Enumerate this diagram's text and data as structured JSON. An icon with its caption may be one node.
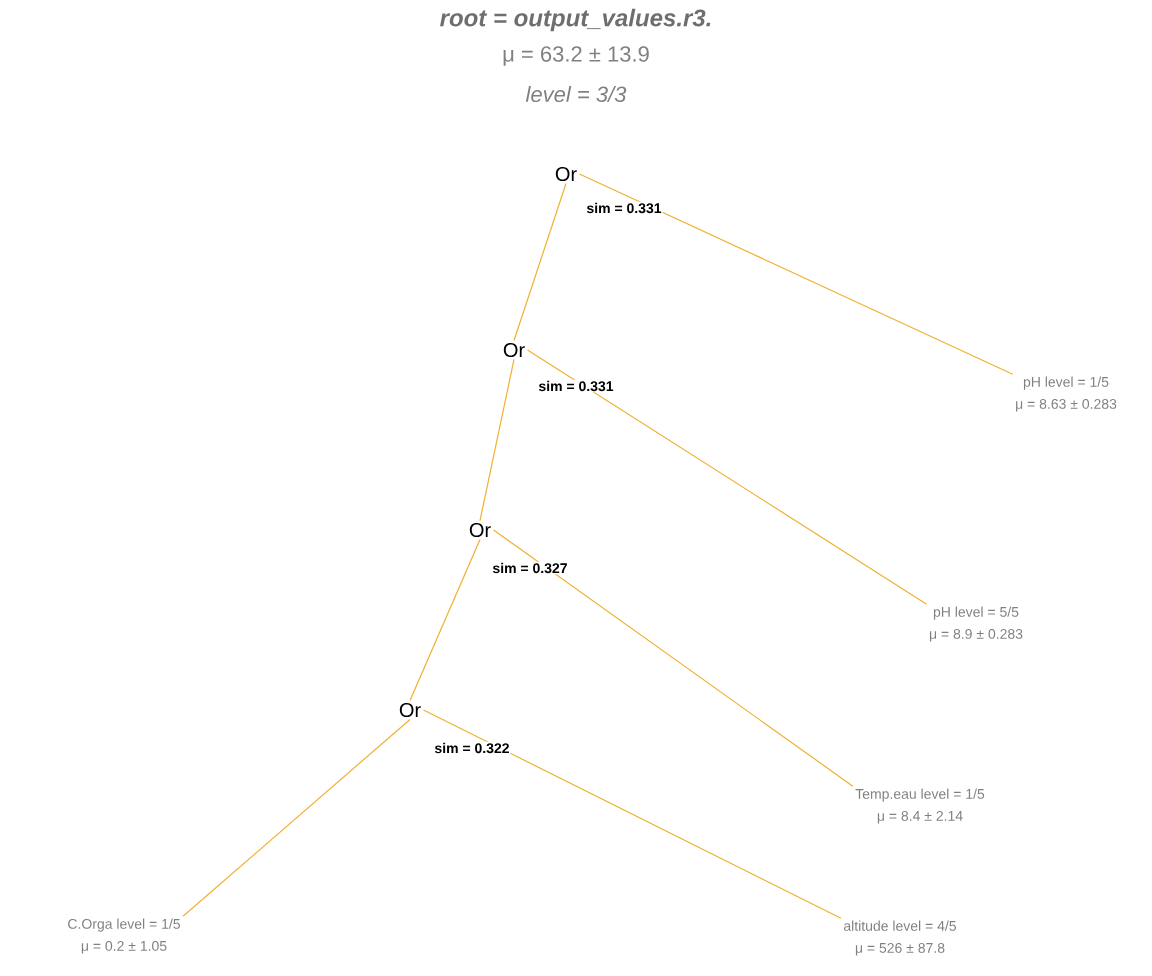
{
  "diagram": {
    "title": "root = output_values.r3.",
    "nodes": [
      {
        "text": [
          "Or"
        ],
        "beside": [
          "sim = 0.331"
        ]
      },
      {
        "text": [
          "pH level = 1/5",
          "μ = 8.63 ± 0.283"
        ]
      },
      {
        "text": [
          "Or"
        ],
        "beside": [
          "sim = 0.331"
        ]
      },
      {
        "text": [
          "pH level = 5/5",
          "μ = 8.9 ± 0.283"
        ]
      },
      {
        "text": [
          "Or"
        ],
        "beside": [
          "sim = 0.327"
        ]
      },
      {
        "text": [
          "Temp.eau level = 1/5",
          "μ = 8.4 ± 2.14"
        ]
      },
      {
        "text": [
          "Or"
        ],
        "beside": [
          "sim = 0.322"
        ]
      },
      {
        "text": [
          "C.Orga level = 1/5",
          "μ = 0.2 ± 1.05"
        ]
      },
      {
        "text": [
          "altitude level = 4/5",
          "μ = 526 ± 87.8"
        ]
      }
    ],
    "edges": [
      {
        "from": 0,
        "to": 1,
        "arrow": "none"
      },
      {
        "from": 0,
        "to": 2,
        "arrow": "none"
      },
      {
        "from": 2,
        "to": 3,
        "arrow": "none"
      },
      {
        "from": 2,
        "to": 4,
        "arrow": "none"
      },
      {
        "from": 4,
        "to": 5,
        "arrow": "none"
      },
      {
        "from": 4,
        "to": 6,
        "arrow": "none"
      },
      {
        "from": 6,
        "to": 7,
        "arrow": "none"
      },
      {
        "from": 6,
        "to": 8,
        "arrow": "none"
      }
    ],
    "labels": [
      "μ = 63.2 ± 13.9",
      "level = 3/3"
    ]
  }
}
